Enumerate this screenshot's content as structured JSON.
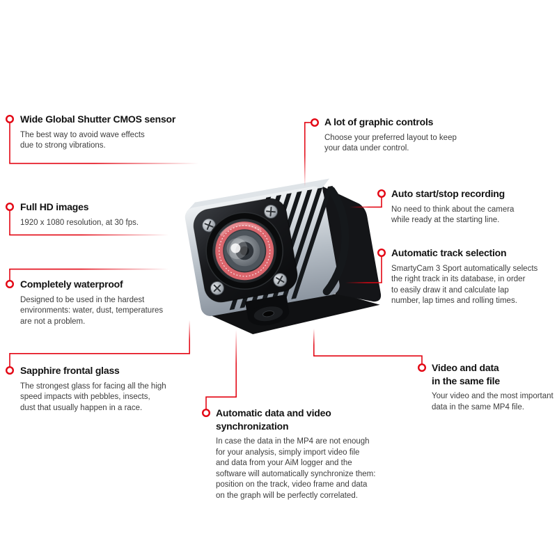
{
  "colors": {
    "accent_red": "#e30613",
    "title_color": "#121212",
    "body_color": "#3d3d3d",
    "background": "#ffffff"
  },
  "features": [
    {
      "id": "wide-global-shutter",
      "title_lines": [
        "Wide Global Shutter CMOS sensor"
      ],
      "desc_lines": [
        "The best way to avoid wave effects",
        "due to strong vibrations."
      ]
    },
    {
      "id": "full-hd-images",
      "title_lines": [
        "Full HD images"
      ],
      "desc_lines": [
        "1920 x 1080 resolution, at 30 fps."
      ]
    },
    {
      "id": "completely-waterproof",
      "title_lines": [
        "Completely waterproof"
      ],
      "desc_lines": [
        "Designed to be used in the hardest",
        "environments: water, dust, temperatures",
        "are not a problem."
      ]
    },
    {
      "id": "sapphire-frontal-glass",
      "title_lines": [
        "Sapphire frontal glass"
      ],
      "desc_lines": [
        "The strongest glass for facing all the high",
        "speed impacts with pebbles, insects,",
        "dust that usually happen in a race."
      ]
    },
    {
      "id": "graphic-controls",
      "title_lines": [
        "A lot of graphic controls"
      ],
      "desc_lines": [
        "Choose your preferred layout to keep",
        "your data under control."
      ]
    },
    {
      "id": "auto-start-stop",
      "title_lines": [
        "Auto start/stop recording"
      ],
      "desc_lines": [
        "No need to think about the camera",
        "while ready at the starting line."
      ]
    },
    {
      "id": "automatic-track-selection",
      "title_lines": [
        "Automatic track selection"
      ],
      "desc_lines": [
        "SmartyCam 3 Sport automatically selects",
        "the right track in its database, in order",
        "to easily draw it and calculate lap",
        "number, lap times and rolling times."
      ]
    },
    {
      "id": "video-and-data-same-file",
      "title_lines": [
        "Video and data",
        "in the same file"
      ],
      "desc_lines": [
        "Your video and the most important",
        "data in the same MP4 file."
      ]
    },
    {
      "id": "data-video-sync",
      "title_lines": [
        "Automatic data and video",
        "synchronization"
      ],
      "desc_lines": [
        "In case the data in the MP4 are not enough",
        "for your analysis, simply import video file",
        "and data from your AiM logger and the",
        "software will automatically synchronize them:",
        "position on the track, video frame and data",
        "on the graph will be perfectly correlated."
      ]
    }
  ],
  "product": {
    "name": "SmartyCam 3 Sport action camera"
  }
}
